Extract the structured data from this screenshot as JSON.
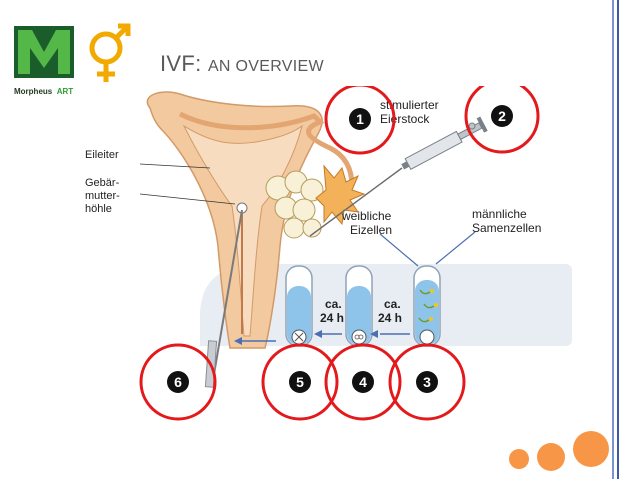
{
  "slide": {
    "title_first": "IVF: ",
    "title_rest": "AN OVERVIEW",
    "accent_color": "#f79646",
    "rule_colors": [
      "#6f8ccf",
      "#3f5fa8"
    ]
  },
  "logo": {
    "brand_m": "M",
    "brand_rest": "orpheus",
    "brand_art": "ART",
    "colors": {
      "m": "#1b5d2a",
      "m_green": "#53b848",
      "symbol": "#f2a900"
    }
  },
  "diagram": {
    "labels": {
      "eileiter": "Eileiter",
      "gebaer_1": "Gebär-",
      "gebaer_2": "mutter-",
      "gebaer_3": "höhle",
      "stim_1": "stimulierter",
      "stim_2": "Eierstock",
      "weibl_1": "weibliche",
      "weibl_2": "Eizellen",
      "maenn_1": "männliche",
      "maenn_2": "Samenzellen",
      "time1_a": "ca.",
      "time1_b": "24 h",
      "time2_a": "ca.",
      "time2_b": "24 h"
    },
    "steps": [
      "1",
      "2",
      "3",
      "4",
      "5",
      "6"
    ],
    "circle_color": "#e3191c"
  }
}
